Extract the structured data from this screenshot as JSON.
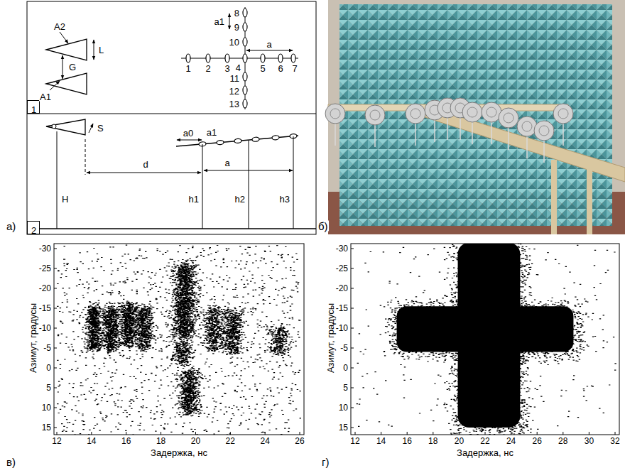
{
  "diagram": {
    "nodes": [
      {
        "text": [
          "1"
        ]
      },
      {
        "text": [
          "2"
        ]
      }
    ],
    "labels": [
      "а)",
      "A2",
      "A1",
      "L",
      "G",
      "a1",
      "8",
      "9",
      "10",
      "a",
      "1",
      "2",
      "3",
      "4",
      "5",
      "6",
      "7",
      "11",
      "12",
      "13",
      "S",
      "a0",
      "a1",
      "d",
      "a",
      "H",
      "h1",
      "h2",
      "h3",
      "б)",
      "в)",
      "г)",
      "-30",
      "-25",
      "-20",
      "-15",
      "-10",
      "-5",
      "0",
      "5",
      "10",
      "15",
      "12",
      "14",
      "16",
      "18",
      "20",
      "22",
      "24",
      "26",
      "Азимут, градусы",
      "Задержка, нс",
      "-30",
      "-25",
      "-20",
      "-15",
      "-10",
      "-5",
      "0",
      "5",
      "10",
      "15",
      "12",
      "14",
      "16",
      "18",
      "20",
      "22",
      "24",
      "26",
      "28",
      "30",
      "32",
      "Азимут, градусы",
      "Задержка, нс"
    ]
  }
}
